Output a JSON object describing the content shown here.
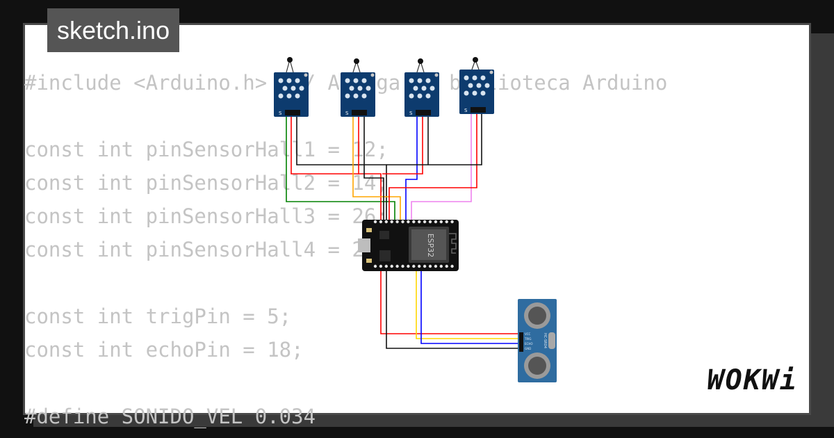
{
  "title": "sketch.ino",
  "code_lines": [
    "#include <Arduino.h>  // Agrega la biblioteca Arduino",
    "",
    "const int pinSensorHall1 = 12;",
    "const int pinSensorHall2 = 14;",
    "const int pinSensorHall3 = 26;",
    "const int pinSensorHall4 = 27;",
    "",
    "const int trigPin = 5;",
    "const int echoPin = 18;",
    "",
    "#define SONIDO_VEL 0.034"
  ],
  "board": {
    "label": "ESP32"
  },
  "hall_sensor": {
    "pin_label": "S"
  },
  "ultrasonic": {
    "model": "HC-SR04",
    "pins": [
      "VCC",
      "TRIG",
      "ECHO",
      "GND"
    ]
  },
  "logo": "WOKWi",
  "colors": {
    "frame": "#4a4a4a",
    "code_text": "#c4c4c4",
    "title_bg": "#555555",
    "sensor_board": "#0d3b6e",
    "sonar_board": "#2f6ca0",
    "wire_red": "#ff0000",
    "wire_black": "#111111",
    "wire_green": "#008000",
    "wire_orange": "#ffa500",
    "wire_blue": "#0000ff",
    "wire_violet": "#ee82ee",
    "wire_yellow": "#ffd700"
  }
}
